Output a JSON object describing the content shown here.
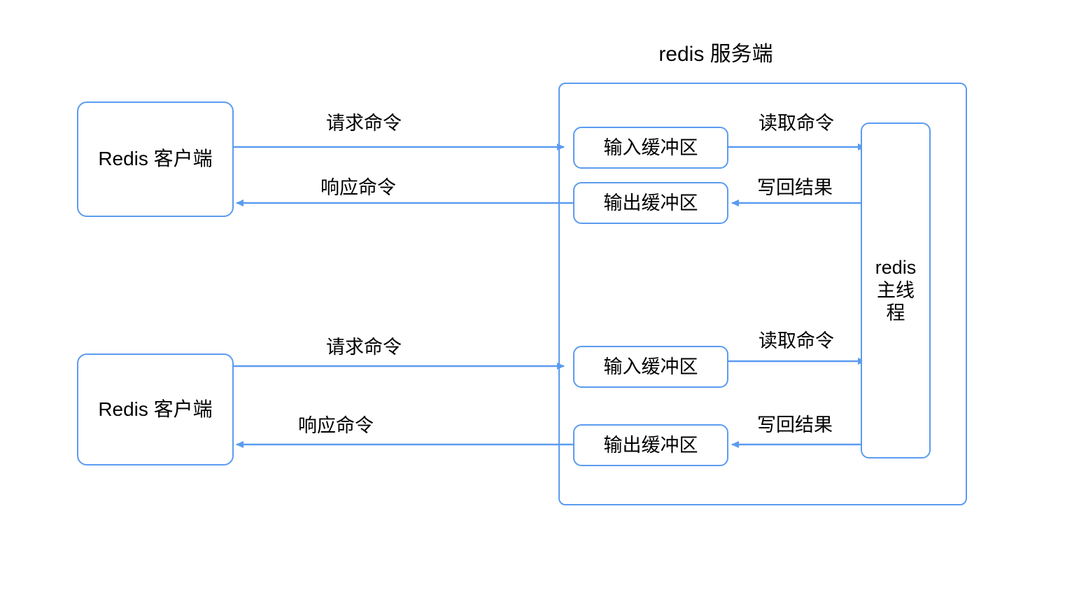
{
  "diagram": {
    "title": "redis 服务端",
    "accent_color": "#5b9bf0",
    "text_color": "#000000",
    "background_color": "#ffffff",
    "clients": [
      {
        "label": "Redis 客户端"
      },
      {
        "label": "Redis 客户端"
      }
    ],
    "thread": {
      "line1": "redis",
      "line2": "主线",
      "line3": "程"
    },
    "channels": [
      {
        "input_buffer": "输入缓冲区",
        "output_buffer": "输出缓冲区",
        "request_label": "请求命令",
        "response_label": "响应命令",
        "read_label": "读取命令",
        "writeback_label": "写回结果"
      },
      {
        "input_buffer": "输入缓冲区",
        "output_buffer": "输出缓冲区",
        "request_label": "请求命令",
        "response_label": "响应命令",
        "read_label": "读取命令",
        "writeback_label": "写回结果"
      }
    ]
  }
}
